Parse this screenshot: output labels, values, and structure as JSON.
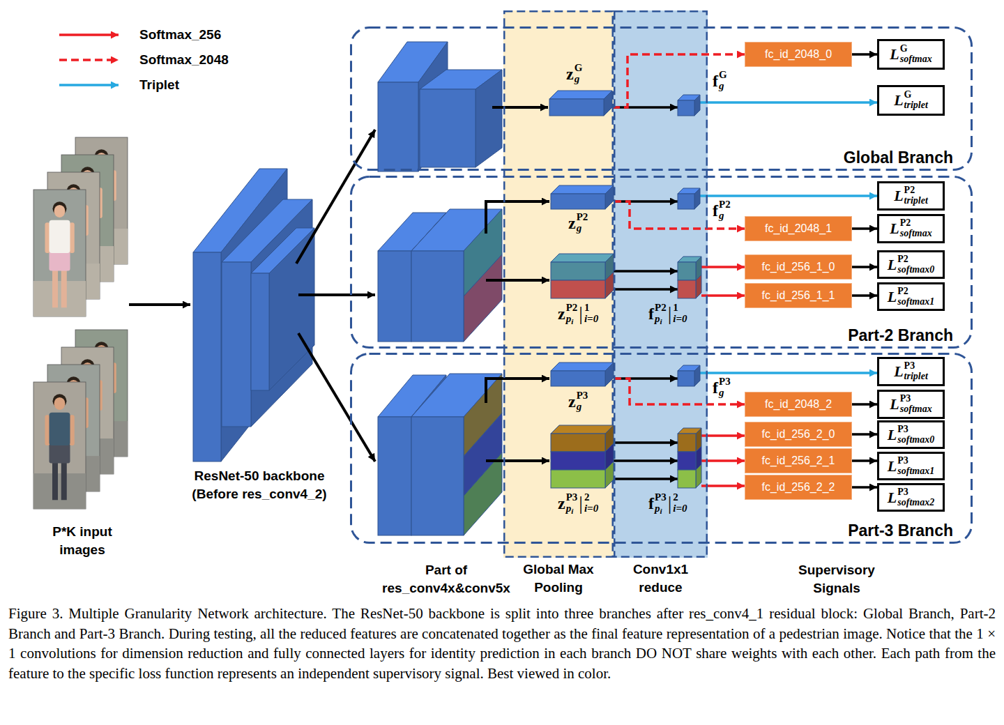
{
  "diagram": {
    "caption": "Figure 3. Multiple Granularity Network architecture. The ResNet-50 backbone is split into three branches after res_conv4_1 residual block: Global Branch, Part-2 Branch and Part-3 Branch. During testing, all the reduced features are concatenated together as the final feature representation of a pedestrian image. Notice that the 1 × 1 convolutions for dimension reduction and fully connected layers for identity prediction in each branch DO NOT share weights with each other. Each path from the feature to the specific loss function represents an independent supervisory signal. Best viewed in color.",
    "nodes": [
      {
        "text": [
          "Global Branch"
        ]
      },
      {
        "text": [
          "z",
          "G",
          "g"
        ],
        "in": 0
      },
      {
        "text": [
          "f",
          "G",
          "g"
        ],
        "in": 0
      },
      {
        "text": [
          "fc_id_2048_0"
        ],
        "in": 0
      },
      {
        "text": [
          "L",
          "G",
          "softmax"
        ],
        "in": 0
      },
      {
        "text": [
          "L",
          "G",
          "triplet"
        ],
        "in": 0
      },
      {
        "text": [
          "Part-2 Branch"
        ]
      },
      {
        "text": [
          "z",
          "P2",
          "g"
        ],
        "in": 6
      },
      {
        "text": [
          "f",
          "P2",
          "g"
        ],
        "in": 6
      },
      {
        "text": [
          "L",
          "P2",
          "triplet"
        ],
        "in": 6
      },
      {
        "text": [
          "fc_id_2048_1"
        ],
        "in": 6
      },
      {
        "text": [
          "L",
          "P2",
          "softmax"
        ],
        "in": 6
      },
      {
        "text": [
          "z",
          "P2",
          "p",
          "i",
          "|",
          "1",
          "i=0"
        ],
        "in": 6
      },
      {
        "text": [
          "f",
          "P2",
          "p",
          "i",
          "|",
          "1",
          "i=0"
        ],
        "in": 6
      },
      {
        "text": [
          "fc_id_256_1_0"
        ],
        "in": 6
      },
      {
        "text": [
          "L",
          "P2",
          "softmax0"
        ],
        "in": 6
      },
      {
        "text": [
          "fc_id_256_1_1"
        ],
        "in": 6
      },
      {
        "text": [
          "L",
          "P2",
          "softmax1"
        ],
        "in": 6
      },
      {
        "text": [
          "Part-3 Branch"
        ]
      },
      {
        "text": [
          "z",
          "P3",
          "g"
        ],
        "in": 18
      },
      {
        "text": [
          "f",
          "P3",
          "g"
        ],
        "in": 18
      },
      {
        "text": [
          "L",
          "P3",
          "triplet"
        ],
        "in": 18
      },
      {
        "text": [
          "fc_id_2048_2"
        ],
        "in": 18
      },
      {
        "text": [
          "L",
          "P3",
          "softmax"
        ],
        "in": 18
      },
      {
        "text": [
          "z",
          "P3",
          "p",
          "i",
          "|",
          "2",
          "i=0"
        ],
        "in": 18
      },
      {
        "text": [
          "f",
          "P3",
          "p",
          "i",
          "|",
          "2",
          "i=0"
        ],
        "in": 18
      },
      {
        "text": [
          "fc_id_256_2_0"
        ],
        "in": 18
      },
      {
        "text": [
          "L",
          "P3",
          "softmax0"
        ],
        "in": 18
      },
      {
        "text": [
          "fc_id_256_2_1"
        ],
        "in": 18
      },
      {
        "text": [
          "L",
          "P3",
          "softmax1"
        ],
        "in": 18
      },
      {
        "text": [
          "fc_id_256_2_2"
        ],
        "in": 18
      },
      {
        "text": [
          "L",
          "P3",
          "softmax2"
        ],
        "in": 18
      },
      {
        "text": [
          "Global Max Pooling"
        ]
      },
      {
        "text": [
          "Conv1x1 reduce"
        ]
      }
    ],
    "edges": [
      {
        "from": 1,
        "to": 2,
        "arrow": "to"
      },
      {
        "from": 1,
        "to": 3,
        "arrow": "to"
      },
      {
        "from": 2,
        "to": 5,
        "arrow": "to"
      },
      {
        "from": 3,
        "to": 4,
        "arrow": "to"
      },
      {
        "from": 7,
        "to": 8,
        "arrow": "to"
      },
      {
        "from": 8,
        "to": 9,
        "arrow": "to"
      },
      {
        "from": 7,
        "to": 10,
        "arrow": "to"
      },
      {
        "from": 10,
        "to": 11,
        "arrow": "to"
      },
      {
        "from": 12,
        "to": 13,
        "arrow": "to"
      },
      {
        "from": 12,
        "to": 13,
        "arrow": "to"
      },
      {
        "from": 13,
        "to": 14,
        "arrow": "to"
      },
      {
        "from": 13,
        "to": 16,
        "arrow": "to"
      },
      {
        "from": 14,
        "to": 15,
        "arrow": "to"
      },
      {
        "from": 16,
        "to": 17,
        "arrow": "to"
      },
      {
        "from": 19,
        "to": 20,
        "arrow": "to"
      },
      {
        "from": 20,
        "to": 21,
        "arrow": "to"
      },
      {
        "from": 19,
        "to": 22,
        "arrow": "to"
      },
      {
        "from": 22,
        "to": 23,
        "arrow": "to"
      },
      {
        "from": 24,
        "to": 25,
        "arrow": "to"
      },
      {
        "from": 24,
        "to": 25,
        "arrow": "to"
      },
      {
        "from": 24,
        "to": 25,
        "arrow": "to"
      },
      {
        "from": 25,
        "to": 26,
        "arrow": "to"
      },
      {
        "from": 25,
        "to": 28,
        "arrow": "to"
      },
      {
        "from": 25,
        "to": 30,
        "arrow": "to"
      },
      {
        "from": 26,
        "to": 27,
        "arrow": "to"
      },
      {
        "from": 28,
        "to": 29,
        "arrow": "to"
      },
      {
        "from": 30,
        "to": 31,
        "arrow": "to"
      }
    ],
    "labels": [
      "ResNet-50 backbone (Before res_conv4_2)",
      "P*K input images",
      "Part of res_conv4x&conv5x",
      "Supervisory Signals"
    ],
    "legend": [
      {
        "text": "Softmax_256"
      },
      {
        "text": "Softmax_2048"
      },
      {
        "text": "Triplet"
      }
    ]
  }
}
